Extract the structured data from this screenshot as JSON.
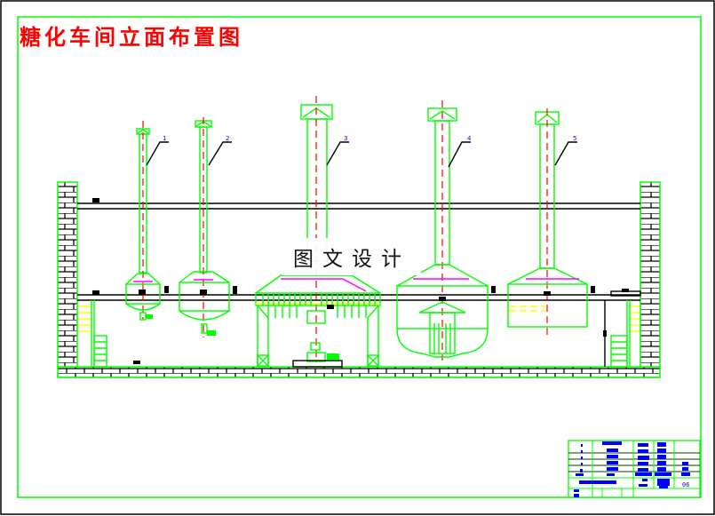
{
  "drawing": {
    "title": "糖化车间立面布置图",
    "watermark": "图文设计",
    "equipment_labels": [
      "1",
      "2",
      "3",
      "4",
      "5"
    ],
    "title_block": {
      "sheet_code": "06"
    },
    "colors": {
      "outline": "#00ff00",
      "centerline": "#ff0000",
      "title": "#ff0000",
      "pipe": "#ff00ff",
      "accent": "#ffff00",
      "text_block": "#0000ff"
    }
  }
}
